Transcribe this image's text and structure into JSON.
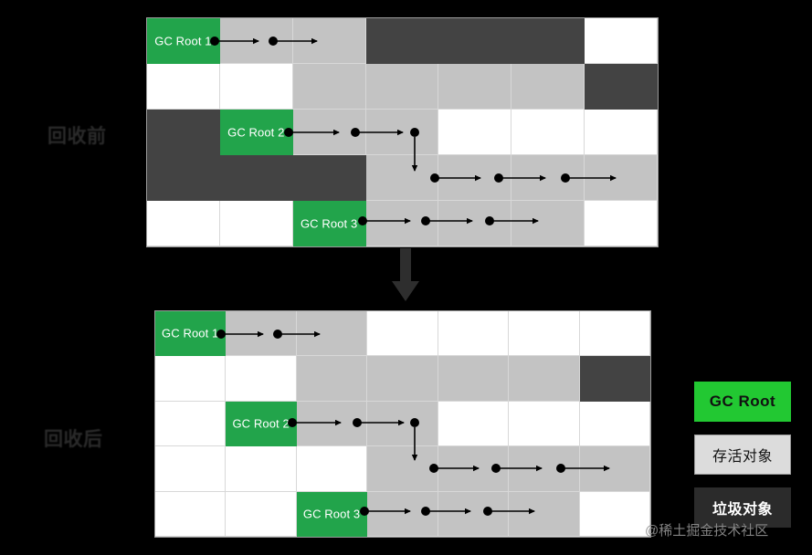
{
  "diagram": {
    "title": "GC mark-sweep before and after",
    "colors": {
      "root_green": "#22a44b",
      "legend_root_green": "#22c832",
      "live_gray": "#c3c3c3",
      "dead_dark": "#434343",
      "free_white": "#ffffff",
      "background": "#000000",
      "grid_line": "#d8d8d8"
    },
    "phases": {
      "before_label": "回收前",
      "after_label": "回收后"
    },
    "transition_arrow": "down-arrow"
  },
  "heap_before": {
    "name": "回收前",
    "columns": 7,
    "rows": 5,
    "cells": [
      [
        "root",
        "live",
        "live",
        "dead",
        "dead",
        "dead",
        "white"
      ],
      [
        "white",
        "white",
        "live",
        "live",
        "live",
        "live",
        "dead"
      ],
      [
        "dead",
        "root",
        "live",
        "live",
        "white",
        "white",
        "white"
      ],
      [
        "dead",
        "dead",
        "dead",
        "live",
        "live",
        "live",
        "live"
      ],
      [
        "white",
        "white",
        "root",
        "live",
        "live",
        "live",
        "white"
      ]
    ],
    "root_labels": {
      "r0c0": "GC Root 1",
      "r2c1": "GC Root 2",
      "r4c2": "GC Root 3"
    }
  },
  "heap_after": {
    "name": "回收后",
    "columns": 7,
    "rows": 5,
    "cells": [
      [
        "root",
        "live",
        "live",
        "white",
        "white",
        "white",
        "white"
      ],
      [
        "white",
        "white",
        "live",
        "live",
        "live",
        "live",
        "dead"
      ],
      [
        "white",
        "root",
        "live",
        "live",
        "white",
        "white",
        "white"
      ],
      [
        "white",
        "white",
        "white",
        "live",
        "live",
        "live",
        "live"
      ],
      [
        "white",
        "white",
        "root",
        "live",
        "live",
        "live",
        "white"
      ]
    ],
    "root_labels": {
      "r0c0": "GC Root 1",
      "r2c1": "GC Root 2",
      "r4c2": "GC Root 3"
    }
  },
  "legend": {
    "items": [
      {
        "key": "root",
        "label": "GC Root",
        "swatch": "#22c832"
      },
      {
        "key": "live",
        "label": "存活对象",
        "swatch": "#dcdcdc"
      },
      {
        "key": "dead",
        "label": "垃圾对象",
        "swatch": "#2b2b2b"
      }
    ]
  },
  "watermark": {
    "text": "@稀土掘金技术社区"
  }
}
